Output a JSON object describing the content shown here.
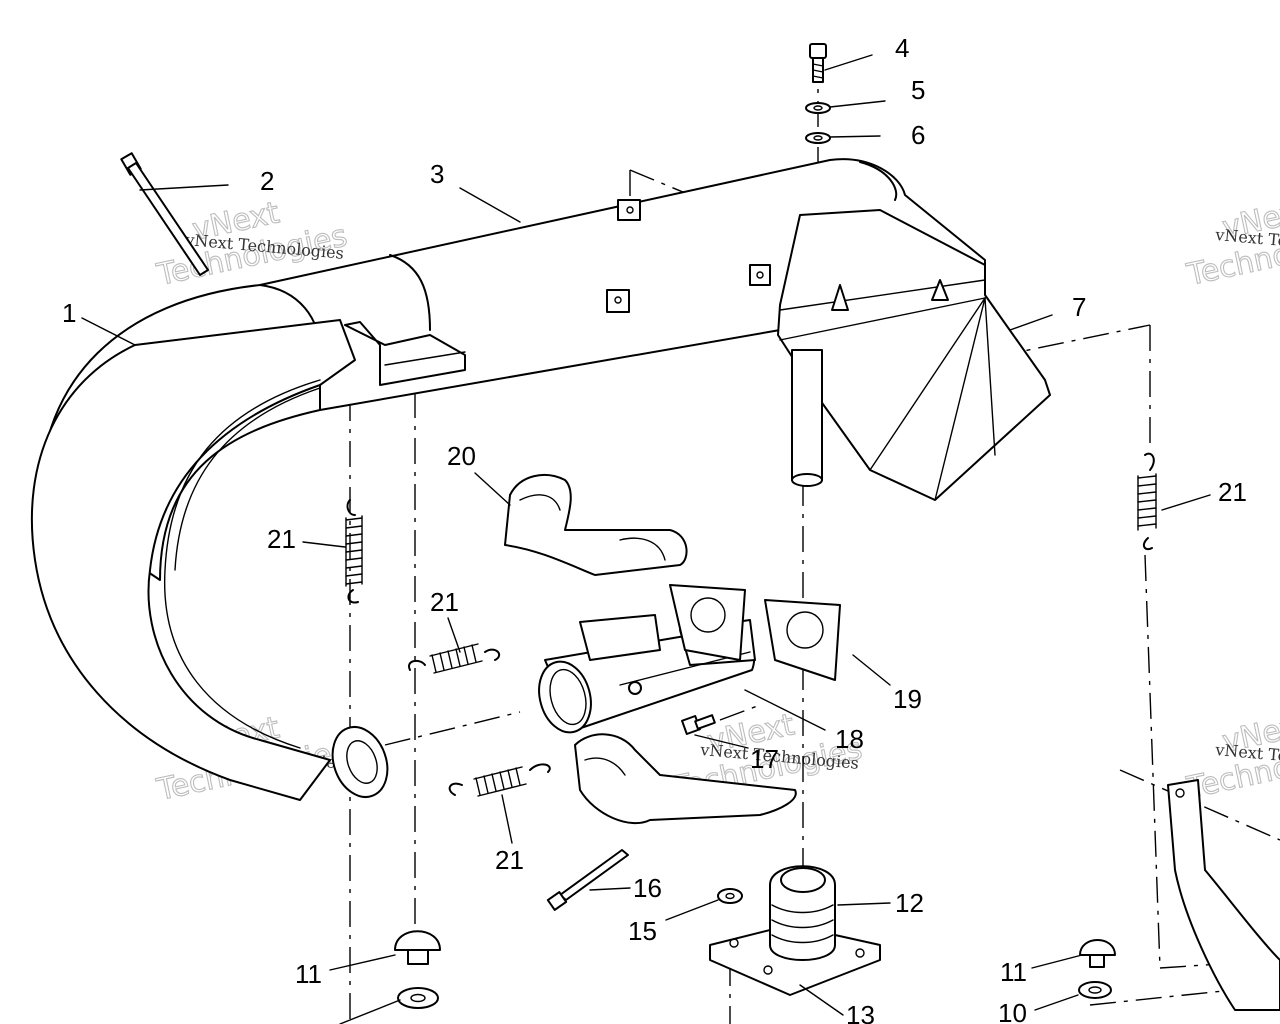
{
  "watermark": {
    "line1": "vNext",
    "line2": "Technologies",
    "small": "vNext Technologies"
  },
  "callouts": [
    {
      "id": "c1",
      "label": "1"
    },
    {
      "id": "c2",
      "label": "2"
    },
    {
      "id": "c3",
      "label": "3"
    },
    {
      "id": "c4",
      "label": "4"
    },
    {
      "id": "c5",
      "label": "5"
    },
    {
      "id": "c6",
      "label": "6"
    },
    {
      "id": "c7",
      "label": "7"
    },
    {
      "id": "c10",
      "label": "10"
    },
    {
      "id": "c11a",
      "label": "11"
    },
    {
      "id": "c11b",
      "label": "11"
    },
    {
      "id": "c12",
      "label": "12"
    },
    {
      "id": "c13",
      "label": "13"
    },
    {
      "id": "c15",
      "label": "15"
    },
    {
      "id": "c16",
      "label": "16"
    },
    {
      "id": "c17",
      "label": "17"
    },
    {
      "id": "c18",
      "label": "18"
    },
    {
      "id": "c19",
      "label": "19"
    },
    {
      "id": "c20",
      "label": "20"
    },
    {
      "id": "c21a",
      "label": "21"
    },
    {
      "id": "c21b",
      "label": "21"
    },
    {
      "id": "c21c",
      "label": "21"
    },
    {
      "id": "c21d",
      "label": "21"
    }
  ]
}
